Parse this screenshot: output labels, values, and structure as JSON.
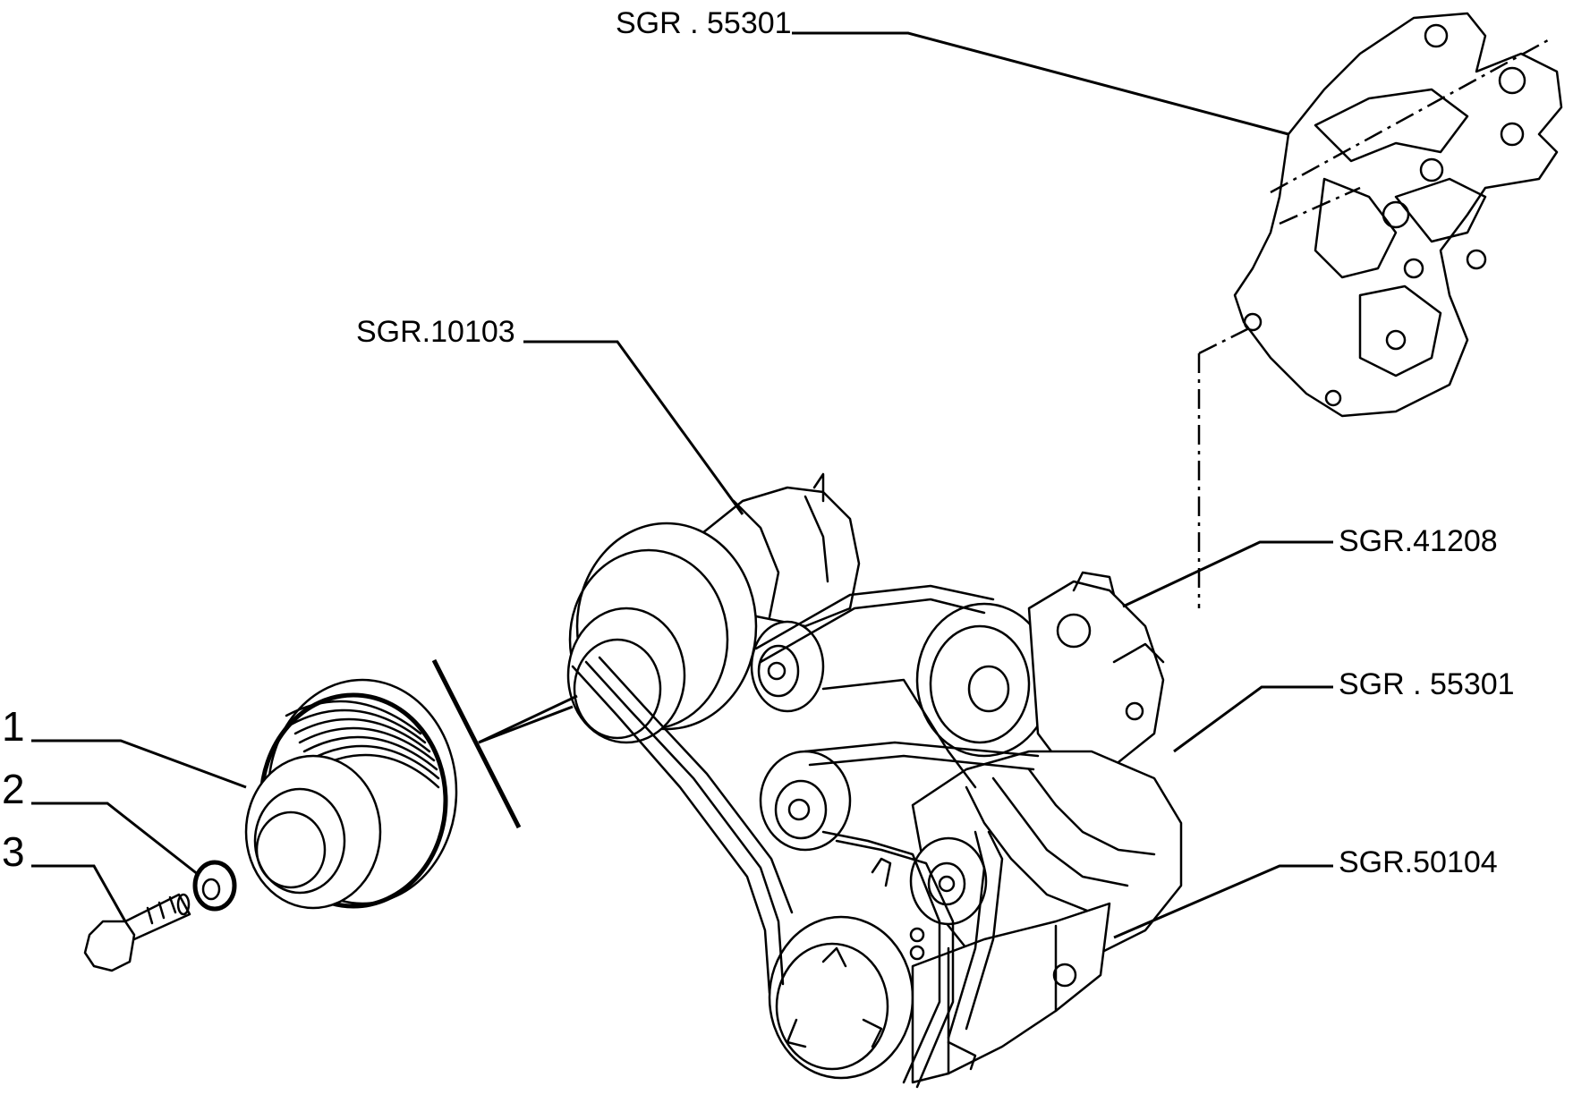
{
  "callouts": {
    "bracket_top": "SGR . 55301",
    "pump": "SGR.10103",
    "compressor_bracket": "SGR.41208",
    "alternator_bracket": "SGR . 55301",
    "compressor": "SGR.50104"
  },
  "item_numbers": {
    "pulley": "1",
    "washer": "2",
    "bolt": "3"
  }
}
